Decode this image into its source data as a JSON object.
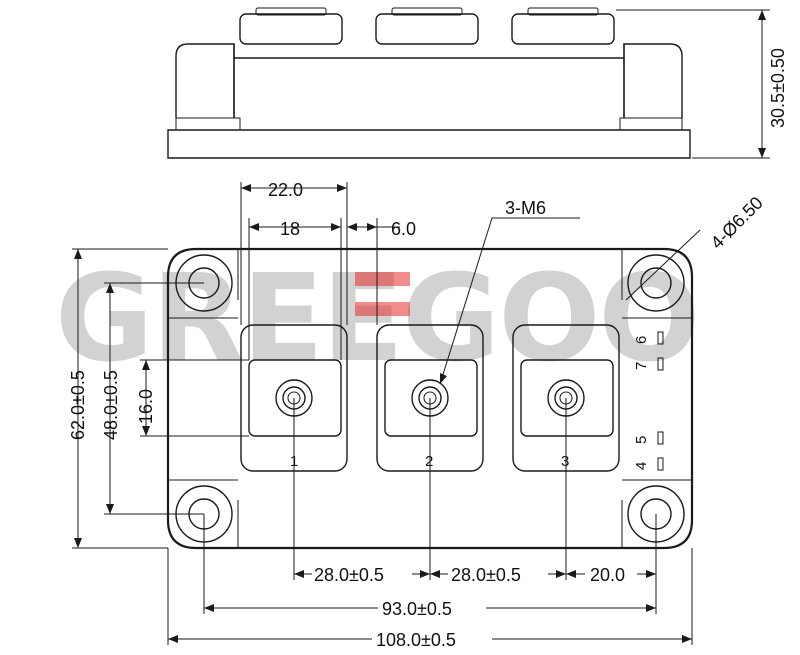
{
  "watermark": "GREEGOO",
  "dimensions": {
    "height_side": "30.5±0.50",
    "top_w1": "22.0",
    "top_w2": "18",
    "top_w3": "6.0",
    "screw": "3-M6",
    "hole": "4-Ø6.50",
    "left_h1": "62.0±0.5",
    "left_h2": "48.0±0.5",
    "left_h3": "16.0",
    "pitch1": "28.0±0.5",
    "pitch2": "28.0±0.5",
    "pitch3": "20.0",
    "mount_span": "93.0±0.5",
    "overall_w": "108.0±0.5"
  },
  "terminals": {
    "t1": "1",
    "t2": "2",
    "t3": "3"
  },
  "pins": {
    "p6": "6",
    "p7": "7",
    "p5": "5",
    "p4": "4"
  },
  "colors": {
    "line": "#1a1a1a",
    "watermark": "#d2d2d2",
    "accent": "#e52d2d"
  }
}
